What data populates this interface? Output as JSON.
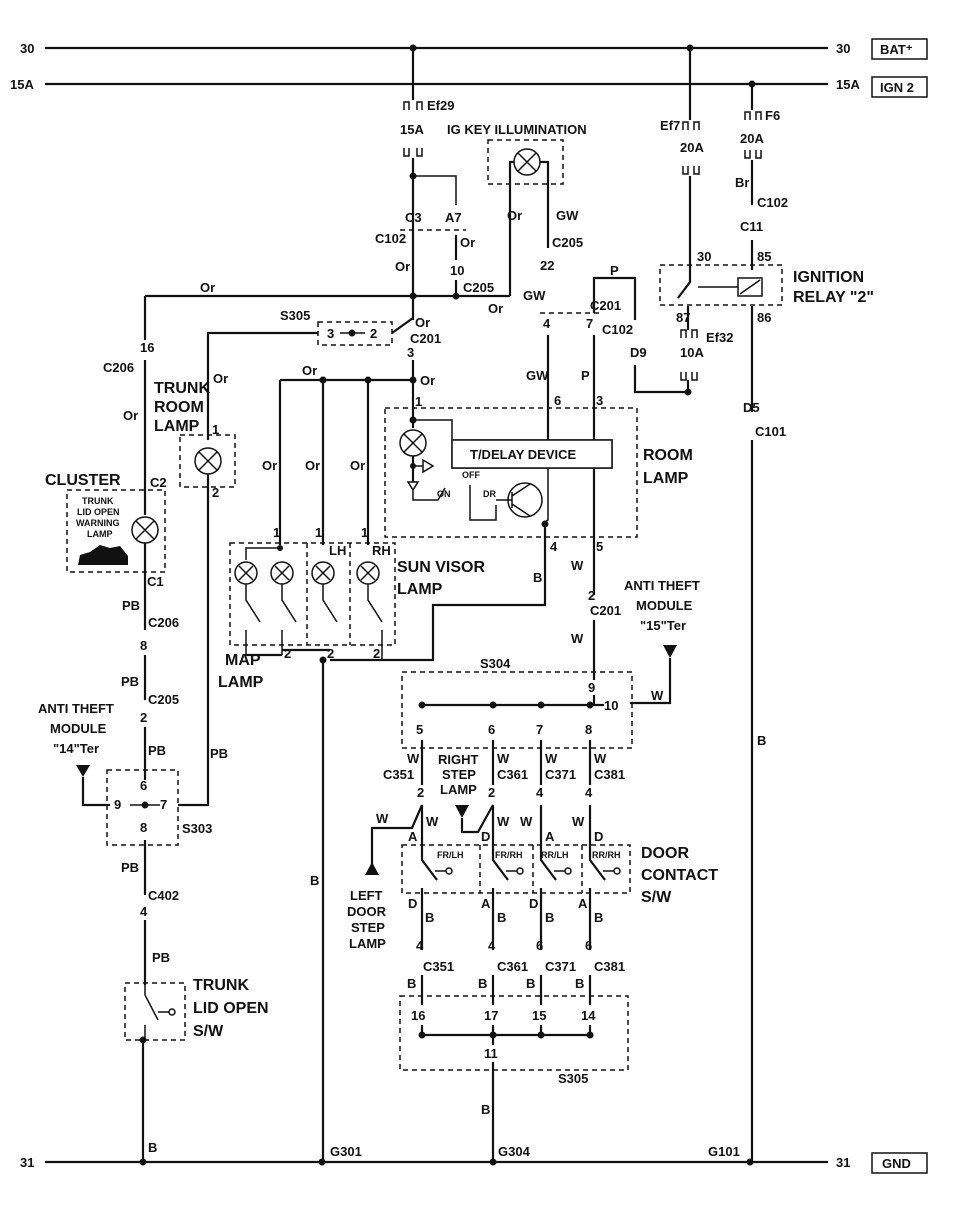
{
  "rails": {
    "bat_num_left": "30",
    "bat_num_right": "30",
    "bat_tag": "BAT⁺",
    "ign_num_left": "15A",
    "ign_num_right": "15A",
    "ign_tag": "IGN 2",
    "gnd_num_left": "31",
    "gnd_num_right": "31",
    "gnd_tag": "GND"
  },
  "fuses": {
    "ef29": {
      "name": "Ef29",
      "rating": "15A"
    },
    "ef7": {
      "name": "Ef7",
      "rating": "20A"
    },
    "f6": {
      "name": "F6",
      "rating": "20A"
    },
    "ef32": {
      "name": "Ef32",
      "rating": "10A"
    }
  },
  "components": {
    "ig_key": "IG KEY ILLUMINATION",
    "ign_relay_1": "IGNITION",
    "ign_relay_2": "RELAY \"2\"",
    "trunk_room_1": "TRUNK",
    "trunk_room_2": "ROOM",
    "trunk_room_3": "LAMP",
    "cluster": "CLUSTER",
    "warn_1": "TRUNK",
    "warn_2": "LID OPEN",
    "warn_3": "WARNING",
    "warn_4": "LAMP",
    "room_1": "ROOM",
    "room_2": "LAMP",
    "tdelay": "T/DELAY DEVICE",
    "sw_on": "ON",
    "sw_off": "OFF",
    "sw_dr": "DR",
    "sun_1": "SUN VISOR",
    "sun_2": "LAMP",
    "map_1": "MAP",
    "map_2": "LAMP",
    "lh": "LH",
    "rh": "RH",
    "atm15_1": "ANTI THEFT",
    "atm15_2": "MODULE",
    "atm15_3": "\"15\"Ter",
    "atm14_1": "ANTI THEFT",
    "atm14_2": "MODULE",
    "atm14_3": "\"14\"Ter",
    "right_step_1": "RIGHT",
    "right_step_2": "STEP",
    "right_step_3": "LAMP",
    "left_step_1": "LEFT",
    "left_step_2": "DOOR",
    "left_step_3": "STEP",
    "left_step_4": "LAMP",
    "door_1": "DOOR",
    "door_2": "CONTACT",
    "door_3": "S/W",
    "trunk_lid_1": "TRUNK",
    "trunk_lid_2": "LID OPEN",
    "trunk_lid_3": "S/W",
    "fr_lh": "FR/LH",
    "fr_rh": "FR/RH",
    "rr_lh": "RR/LH",
    "rr_rh": "RR/RH"
  },
  "splices": {
    "s305_top": "S305",
    "s304": "S304",
    "s303": "S303",
    "s305_bottom": "S305"
  },
  "connectors": {
    "c102_a": "C102",
    "c3": "C3",
    "a7": "A7",
    "c205_a": "C205",
    "c205_b": "C205",
    "c205_c": "C205",
    "c201_a": "C201",
    "c201_b": "C201",
    "c201_c": "C201",
    "c102_b": "C102",
    "c102_c": "C102",
    "c11": "C11",
    "d9": "D9",
    "d5": "D5",
    "c101": "C101",
    "c206_a": "C206",
    "c206_b": "C206",
    "c2": "C2",
    "c1": "C1",
    "c402": "C402",
    "c351_a": "C351",
    "c361_a": "C361",
    "c371_a": "C371",
    "c381_a": "C381",
    "c351_b": "C351",
    "c361_b": "C361",
    "c371_b": "C371",
    "c381_b": "C381"
  },
  "grounds": {
    "g301": "G301",
    "g304": "G304",
    "g101": "G101"
  },
  "wires": {
    "or": "Or",
    "gw": "GW",
    "p": "P",
    "br": "Br",
    "b": "B",
    "w": "W",
    "pb": "PB"
  },
  "pins": {
    "p1": "1",
    "p2": "2",
    "p3": "3",
    "p4": "4",
    "p5": "5",
    "p6": "6",
    "p7": "7",
    "p8": "8",
    "p9": "9",
    "p10": "10",
    "p11": "11",
    "p14": "14",
    "p15": "15",
    "p16": "16",
    "p17": "17",
    "p22": "22",
    "p30": "30",
    "p85": "85",
    "p86": "86",
    "p87": "87",
    "pa": "A",
    "pd": "D"
  }
}
